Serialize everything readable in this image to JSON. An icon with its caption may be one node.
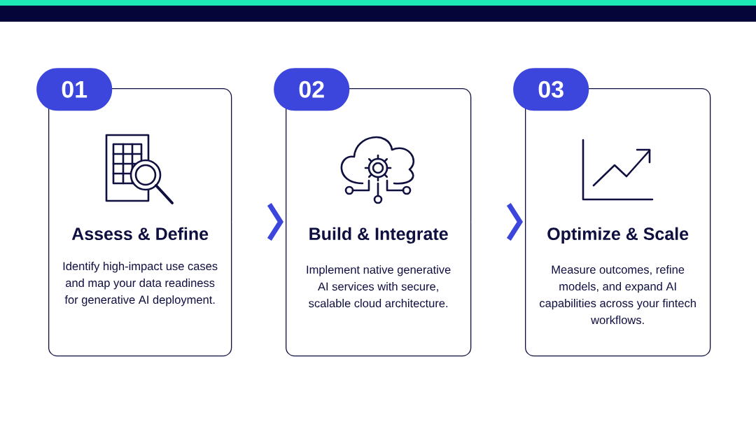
{
  "diagram": {
    "nodes": [
      {
        "text": [
          "01"
        ]
      },
      {
        "text": [
          "Assess & Define",
          "Identify high-impact use cases and map your data readiness for generative AI deployment."
        ]
      },
      {
        "text": [
          "02"
        ]
      },
      {
        "text": [
          "Build & Integrate",
          "Implement native generative AI services with secure, scalable cloud architecture."
        ]
      },
      {
        "text": [
          "03"
        ]
      },
      {
        "text": [
          "Optimize & Scale",
          "Measure outcomes, refine models, and expand AI capabilities across your fintech workflows."
        ]
      }
    ],
    "edges": [
      {
        "from": 1,
        "to": 3,
        "arrow": "to"
      },
      {
        "from": 3,
        "to": 5,
        "arrow": "to"
      }
    ]
  }
}
